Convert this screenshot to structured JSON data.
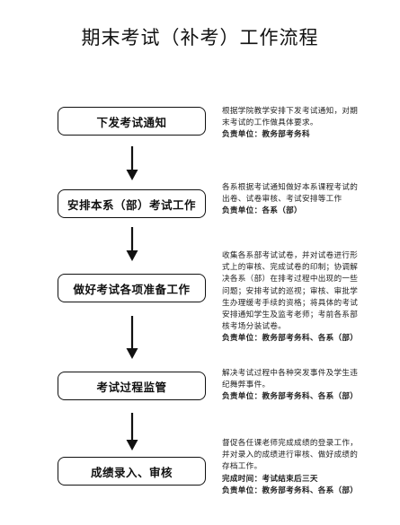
{
  "title": "期末考试（补考）工作流程",
  "steps": [
    {
      "label": "下发考试通知",
      "desc": "根据学院教学安排下发考试通知，对期末考试的工作做具体要求。",
      "resp": [
        "负责单位：教务部考务科"
      ]
    },
    {
      "label": "安排本系（部）考试工作",
      "desc": "各系根据考试通知做好本系课程考试的出卷、试卷审核、考试安排等工作",
      "resp": [
        "负责单位：各系（部）"
      ]
    },
    {
      "label": "做好考试各项准备工作",
      "desc": "收集各系部考试试卷，并对试卷进行形式上的审核、完成试卷的印制；协调解决各系（部）在排考过程中出现的一些问题；安排考试的巡视；审核、审批学生办理缓考手续的资格；将具体的考试安排通知学生及监考老师；考前各系部核考场分装试卷。",
      "resp": [
        "负责单位：教务部考务科、各系（部）"
      ]
    },
    {
      "label": "考试过程监管",
      "desc": "解决考试过程中各种突发事件及学生违纪舞弊事件。",
      "resp": [
        "负责单位：教务部考务科、各系（部）"
      ]
    },
    {
      "label": "成绩录入、审核",
      "desc": "督促各任课老师完成成绩的登录工作，并对录入的成绩进行审核、做好成绩的存档工作。",
      "resp": [
        "完成时间：考试结束后三天",
        "负责单位：教务部考务科、各系（部）"
      ]
    }
  ]
}
